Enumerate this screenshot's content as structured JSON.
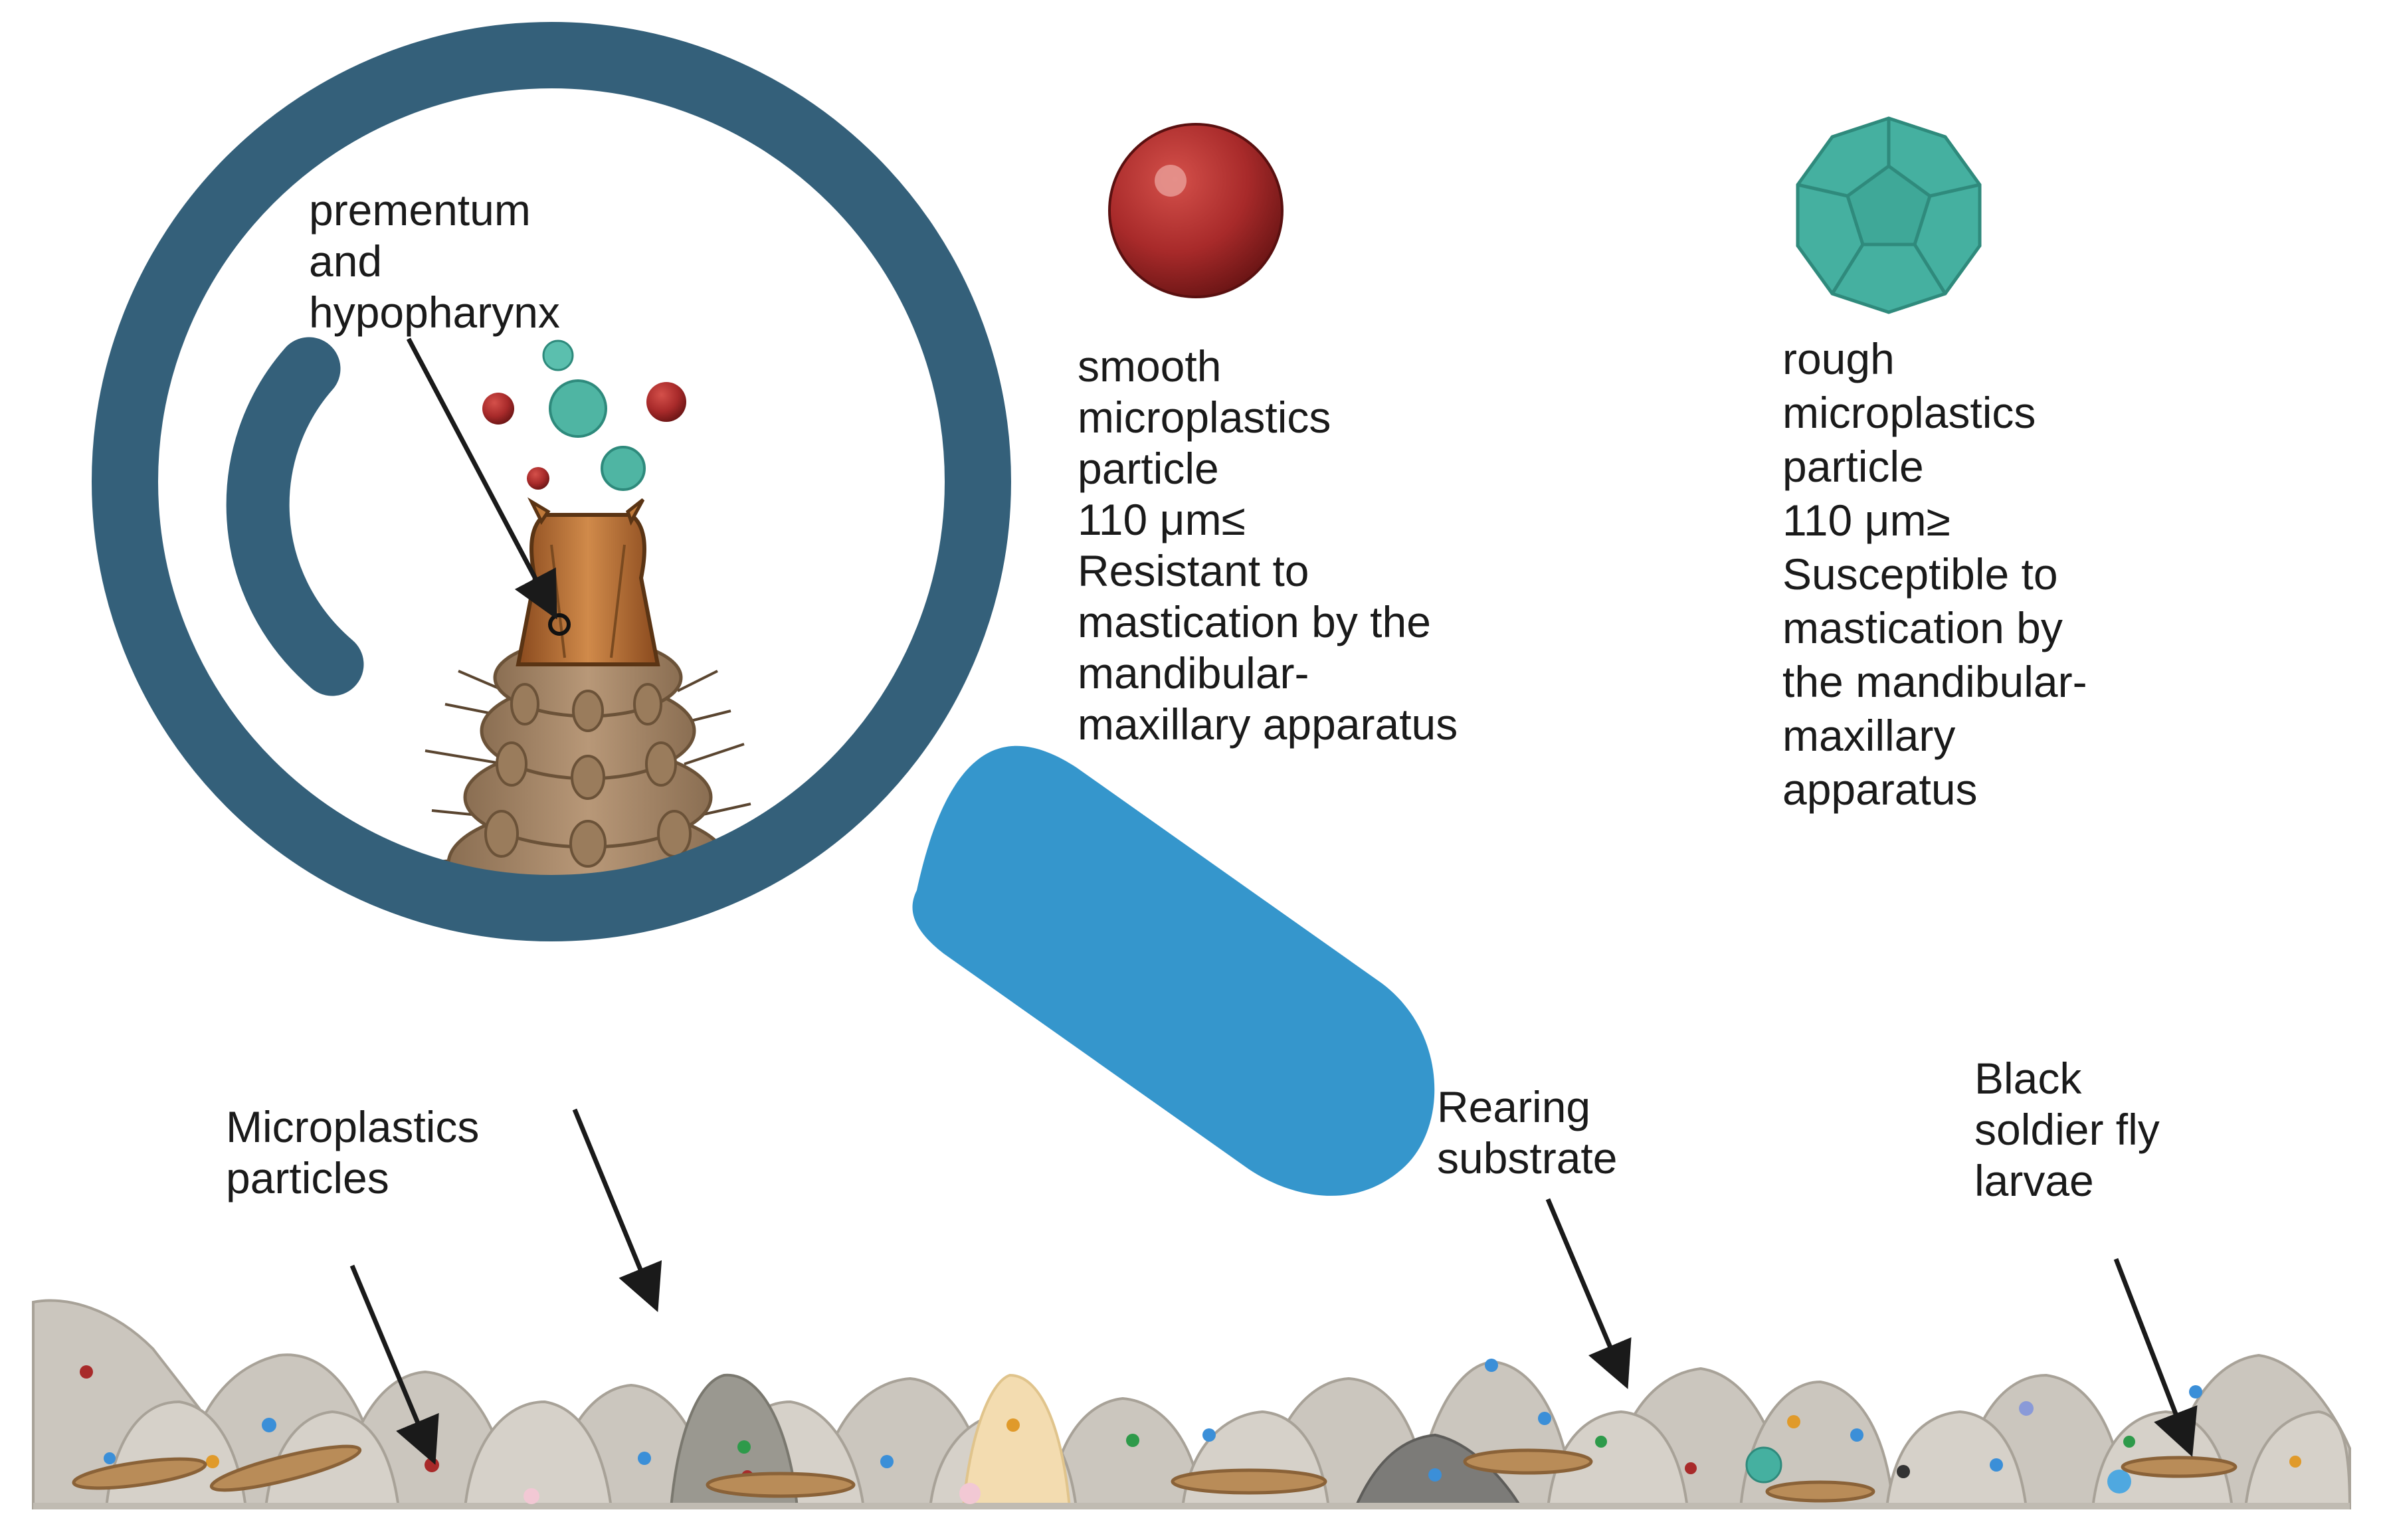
{
  "labels": {
    "prementum": "prementum\nand\nhypopharynx",
    "smooth": "smooth\nmicroplastics\nparticle\n110 μm≤\nResistant to\nmastication by the\nmandibular-\nmaxillary apparatus",
    "rough": "rough\nmicroplastics\nparticle\n110 μm≥\nSusceptible to\nmastication by\nthe mandibular-\nmaxillary\napparatus",
    "microplastics": "Microplastics\nparticles",
    "rearing": "Rearing\nsubstrate",
    "bsf": "Black\nsoldier fly\nlarvae"
  },
  "colors": {
    "lens_ring": "#34607a",
    "handle": "#3596cc",
    "smooth_particle": "#a82a2a",
    "rough_particle": "#3fa898",
    "larva_body": "#a88a66",
    "larva_head": "#c07a3a",
    "rock": "#ccc8c0",
    "arrow": "#1a1a1a"
  },
  "icons": {
    "magnifier": "magnifying-glass-icon",
    "smooth": "red-sphere-icon",
    "rough": "teal-dodecahedron-icon"
  }
}
